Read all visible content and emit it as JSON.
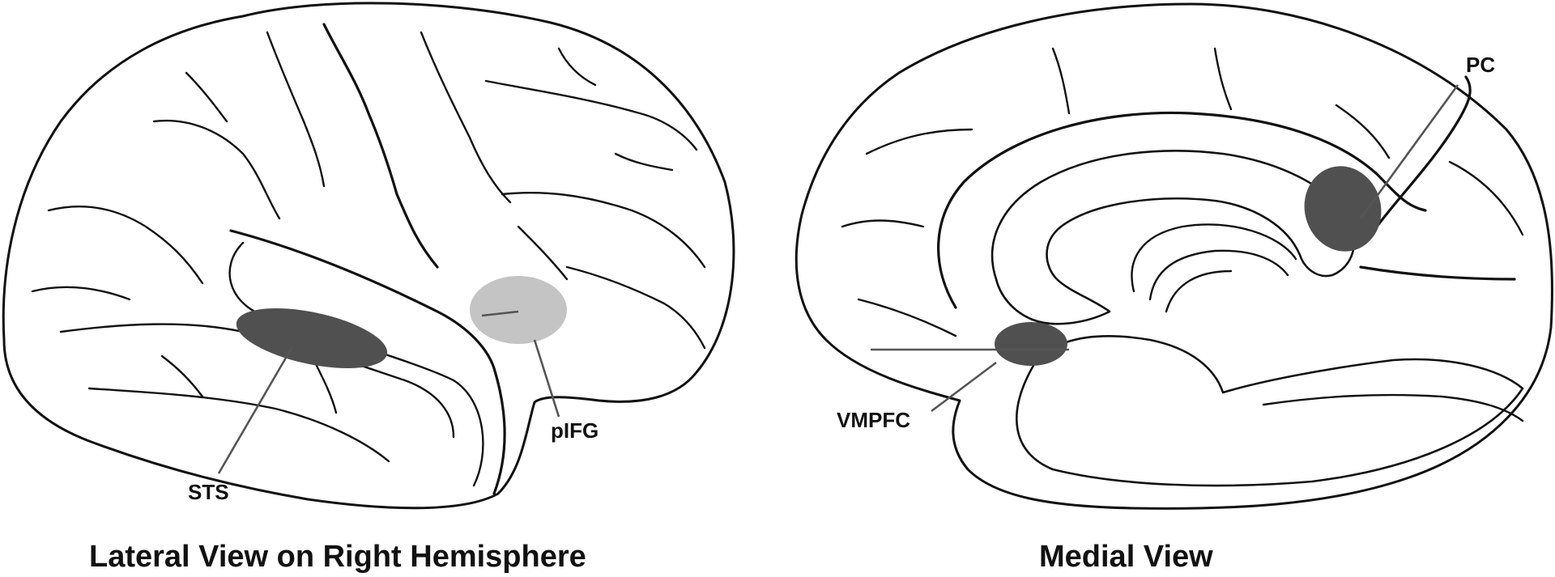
{
  "colors": {
    "dark_region": "#505050",
    "light_region": "#c4c4c4",
    "line": "#111111",
    "leader": "#555555"
  },
  "lateral": {
    "caption": "Lateral View on Right Hemisphere",
    "regions": {
      "sts": {
        "label": "STS",
        "shade": "dark"
      },
      "pifg": {
        "label": "pIFG",
        "shade": "light"
      }
    }
  },
  "medial": {
    "caption": "Medial View",
    "regions": {
      "pc": {
        "label": "PC",
        "shade": "dark"
      },
      "vmpfc": {
        "label": "VMPFC",
        "shade": "dark"
      }
    }
  }
}
